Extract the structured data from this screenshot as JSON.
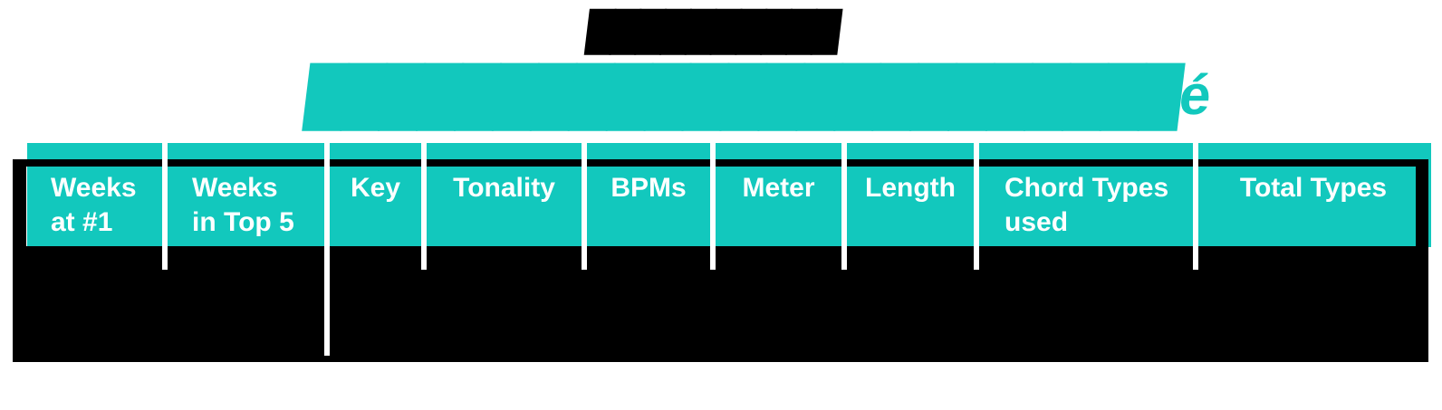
{
  "title": {
    "line1_obscured": "██████████",
    "line2_obscured": "███████████████████████é",
    "line2_visible_suffix": "é"
  },
  "table": {
    "columns": [
      {
        "label": "Weeks\nat #1"
      },
      {
        "label": "Weeks\nin Top 5"
      },
      {
        "label": "Key"
      },
      {
        "label": "Tonality"
      },
      {
        "label": "BPMs"
      },
      {
        "label": "Meter"
      },
      {
        "label": "Length"
      },
      {
        "label": "Chord Types\nused"
      },
      {
        "label": "Total Types"
      }
    ],
    "body_content": ""
  },
  "colors": {
    "teal": "#12c8bd",
    "frame_black": "#000000",
    "header_text": "#ffffff",
    "separator_white": "#ffffff",
    "background": "#ffffff"
  }
}
